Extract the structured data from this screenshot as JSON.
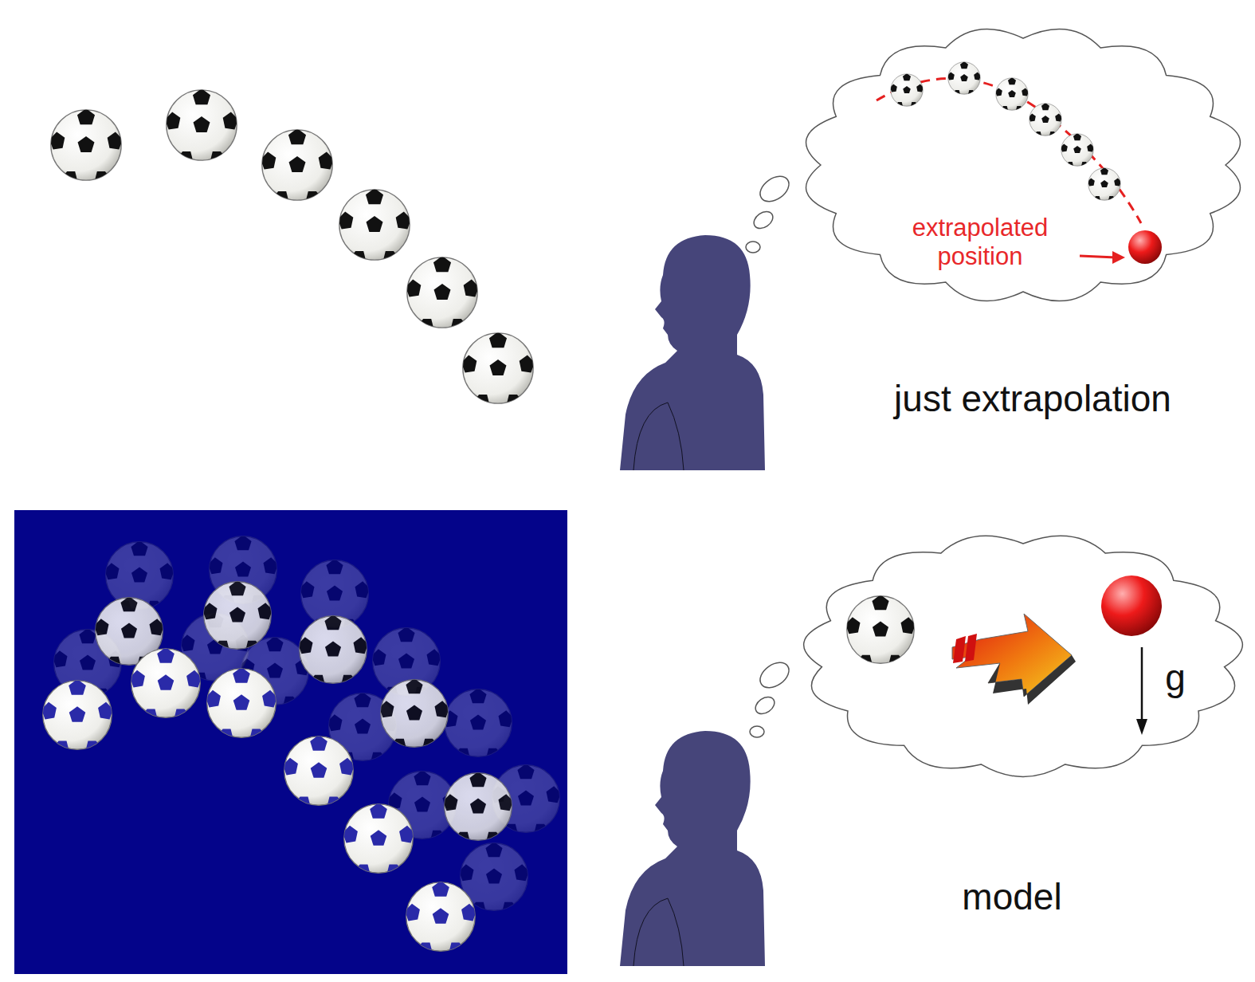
{
  "diagram": {
    "nodes": [
      {
        "text": [
          "extrapolated position"
        ]
      },
      {
        "text": [
          "g"
        ]
      }
    ],
    "labels": [
      "just extrapolation",
      "model"
    ]
  }
}
